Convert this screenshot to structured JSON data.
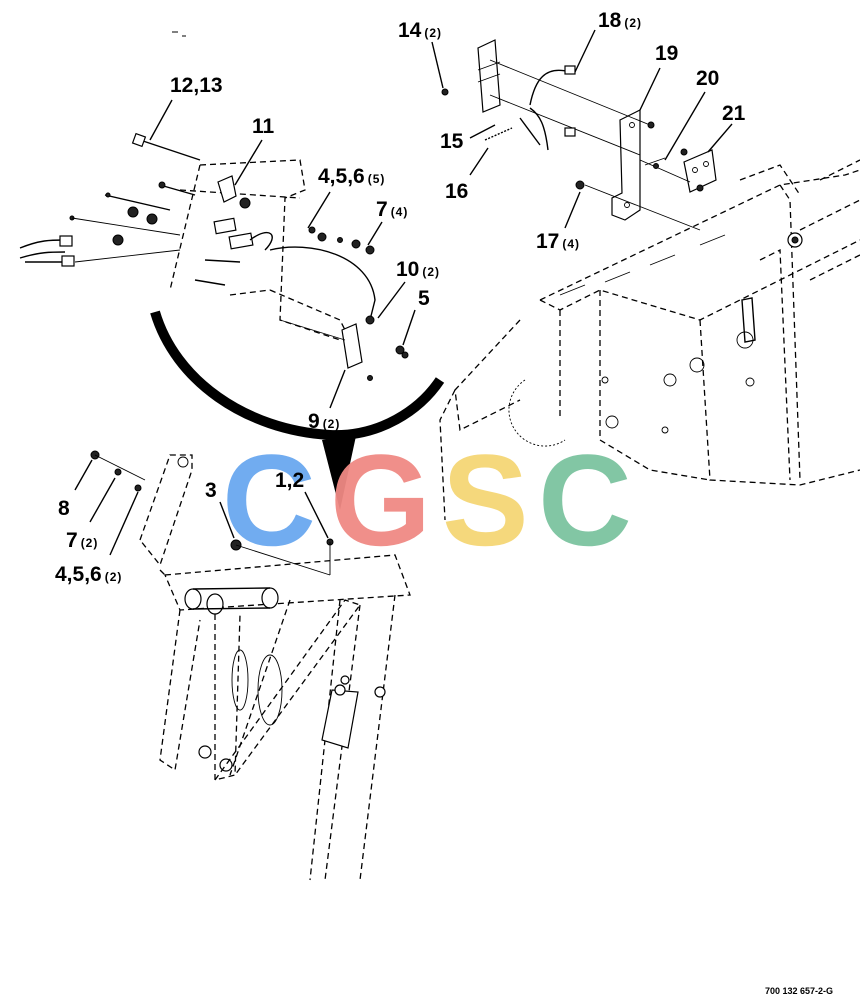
{
  "watermark": {
    "letters": [
      {
        "char": "C",
        "color": "#6aa8f0"
      },
      {
        "char": "G",
        "color": "#f08a84"
      },
      {
        "char": "S",
        "color": "#f5d676"
      },
      {
        "char": "C",
        "color": "#7cc4a0"
      }
    ]
  },
  "callouts": {
    "c1": {
      "number": "12,13",
      "qty": ""
    },
    "c2": {
      "number": "11",
      "qty": ""
    },
    "c3": {
      "number": "4,5,6",
      "qty": "(5)"
    },
    "c4": {
      "number": "7",
      "qty": "(4)"
    },
    "c5": {
      "number": "10",
      "qty": "(2)"
    },
    "c6": {
      "number": "5",
      "qty": ""
    },
    "c7": {
      "number": "9",
      "qty": "(2)"
    },
    "c8": {
      "number": "14",
      "qty": "(2)"
    },
    "c9": {
      "number": "18",
      "qty": "(2)"
    },
    "c10": {
      "number": "19",
      "qty": ""
    },
    "c11": {
      "number": "20",
      "qty": ""
    },
    "c12": {
      "number": "21",
      "qty": ""
    },
    "c13": {
      "number": "15",
      "qty": ""
    },
    "c14": {
      "number": "16",
      "qty": ""
    },
    "c15": {
      "number": "17",
      "qty": "(4)"
    },
    "c16": {
      "number": "8",
      "qty": ""
    },
    "c17": {
      "number": "7",
      "qty": "(2)"
    },
    "c18": {
      "number": "4,5,6",
      "qty": "(2)"
    },
    "c19": {
      "number": "3",
      "qty": ""
    },
    "c20": {
      "number": "1,2",
      "qty": ""
    }
  },
  "document_number": "700 132 657-2-G"
}
